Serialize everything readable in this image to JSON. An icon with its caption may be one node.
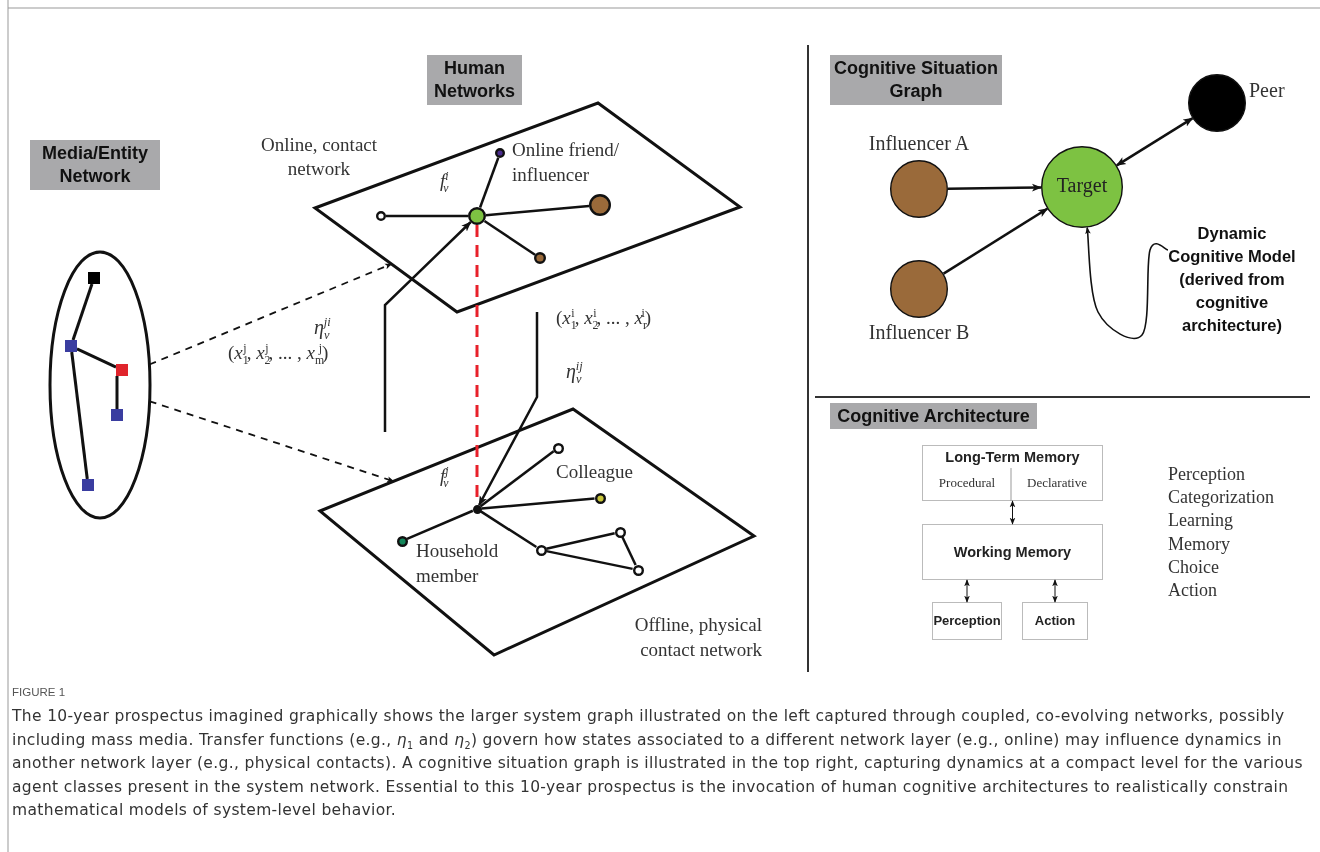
{
  "diagram": {
    "title": "FIGURE 1",
    "caption": "The 10-year prospectus imagined graphically shows the larger system graph illustrated on the left captured through coupled, co-evolving networks, possibly including mass media. Transfer functions (e.g., *η*$_{1}$ and *η*$_{2}$) govern how states associated to a different network layer (e.g., online) may influence dynamics in another network layer (e.g., physical contacts). A cognitive situation graph is illustrated in the top right, capturing dynamics at a compact level for the various agent classes present in the system network. Essential to this 10-year prospectus is the invocation of human cognitive architectures to realistically constrain mathematical models of system-level behavior.",
    "nodes": [
      {
        "text": [
          "Media/Entity Network"
        ]
      },
      {
        "text": [],
        "shape": "box",
        "in": 0
      },
      {
        "text": [],
        "shape": "box",
        "in": 0
      },
      {
        "text": [],
        "shape": "box",
        "in": 0
      },
      {
        "text": [],
        "shape": "box",
        "in": 0
      },
      {
        "text": [],
        "shape": "box",
        "in": 0
      },
      {
        "text": [
          "Online, contact network"
        ]
      },
      {
        "text": [],
        "shape": "circle",
        "in": 6
      },
      {
        "text": [],
        "shape": "circle",
        "in": 6,
        "beside": [
          "f$^{i}$$_{v}$"
        ]
      },
      {
        "text": [],
        "shape": "circle",
        "in": 6,
        "beside": [
          "Online friend/ influencer"
        ]
      },
      {
        "text": [],
        "shape": "circle",
        "in": 6
      },
      {
        "text": [],
        "shape": "circle",
        "in": 6
      },
      {
        "text": [
          "Offline, physical contact network"
        ]
      },
      {
        "text": [],
        "shape": "circle",
        "in": 12,
        "beside": [
          "f$^{j}$$_{v}$"
        ]
      },
      {
        "text": [],
        "shape": "circle",
        "in": 12
      },
      {
        "text": [],
        "shape": "circle",
        "in": 12,
        "beside": [
          "Colleague"
        ]
      },
      {
        "text": [],
        "shape": "circle",
        "in": 12,
        "beside": [
          "Household member"
        ]
      },
      {
        "text": [],
        "shape": "circle",
        "in": 12
      },
      {
        "text": [],
        "shape": "circle",
        "in": 12
      },
      {
        "text": [],
        "shape": "circle",
        "in": 12
      },
      {
        "text": [
          "Influencer A"
        ]
      },
      {
        "text": [
          "Influencer B"
        ]
      },
      {
        "text": [
          "Target"
        ]
      },
      {
        "text": [
          "Peer"
        ]
      },
      {
        "text": [
          "Dynamic Cognitive Model (derived from cognitive architecture)"
        ]
      },
      {
        "text": [
          "Long-Term Memory",
          "Procedural",
          "Declarative"
        ]
      },
      {
        "text": [
          "Working Memory"
        ]
      },
      {
        "text": [
          "Perception"
        ]
      },
      {
        "text": [
          "Action"
        ]
      }
    ],
    "edges": [
      {
        "from": 1,
        "to": 2,
        "arrow": "none"
      },
      {
        "from": 2,
        "to": 3,
        "arrow": "none"
      },
      {
        "from": 3,
        "to": 4,
        "arrow": "none"
      },
      {
        "from": 2,
        "to": 5,
        "arrow": "none"
      },
      {
        "from": 0,
        "to": 6,
        "arrow": "to",
        "style": "dashed"
      },
      {
        "from": 0,
        "to": 12,
        "arrow": "to",
        "style": "dashed"
      },
      {
        "from": 7,
        "to": 8,
        "arrow": "none"
      },
      {
        "from": 8,
        "to": 9,
        "arrow": "none"
      },
      {
        "from": 8,
        "to": 10,
        "arrow": "none"
      },
      {
        "from": 8,
        "to": 11,
        "arrow": "none"
      },
      {
        "from": 8,
        "to": 13,
        "arrow": "none",
        "style": "dashed",
        "color": "#e8202a"
      },
      {
        "from": null,
        "to": 8,
        "arrow": "to"
      },
      {
        "from": null,
        "to": 13,
        "arrow": "to"
      },
      {
        "from": 13,
        "to": 14,
        "arrow": "none"
      },
      {
        "from": 13,
        "to": 15,
        "arrow": "none"
      },
      {
        "from": 13,
        "to": 16,
        "arrow": "none"
      },
      {
        "from": 13,
        "to": 17,
        "arrow": "none"
      },
      {
        "from": 17,
        "to": 18,
        "arrow": "none"
      },
      {
        "from": 18,
        "to": 19,
        "arrow": "none"
      },
      {
        "from": 17,
        "to": 19,
        "arrow": "none"
      },
      {
        "from": 20,
        "to": 22,
        "arrow": "to"
      },
      {
        "from": 21,
        "to": 22,
        "arrow": "to"
      },
      {
        "from": 22,
        "to": 23,
        "arrow": "both"
      },
      {
        "from": 24,
        "to": 22,
        "arrow": "to"
      },
      {
        "from": 25,
        "to": 26,
        "arrow": "both"
      },
      {
        "from": 26,
        "to": 27,
        "arrow": "both"
      },
      {
        "from": 26,
        "to": 28,
        "arrow": "both"
      }
    ],
    "labels": [
      "Human Networks",
      "η$_{v}$$^{ji}$",
      "(*x*$_{1}$$^{j}$, *x*$_{2}$$^{j}$, ... , *x*$_{m}$$^{j}$)",
      "(*x*$_{1}$$^{i}$, *x*$_{2}$$^{i}$, ... , *x*$_{r}$$^{i}$)",
      "η$_{v}$$^{ij}$",
      "Cognitive Situation Graph",
      "Cognitive Architecture",
      "Perception",
      "Categorization",
      "Learning",
      "Memory",
      "Choice",
      "Action"
    ]
  }
}
